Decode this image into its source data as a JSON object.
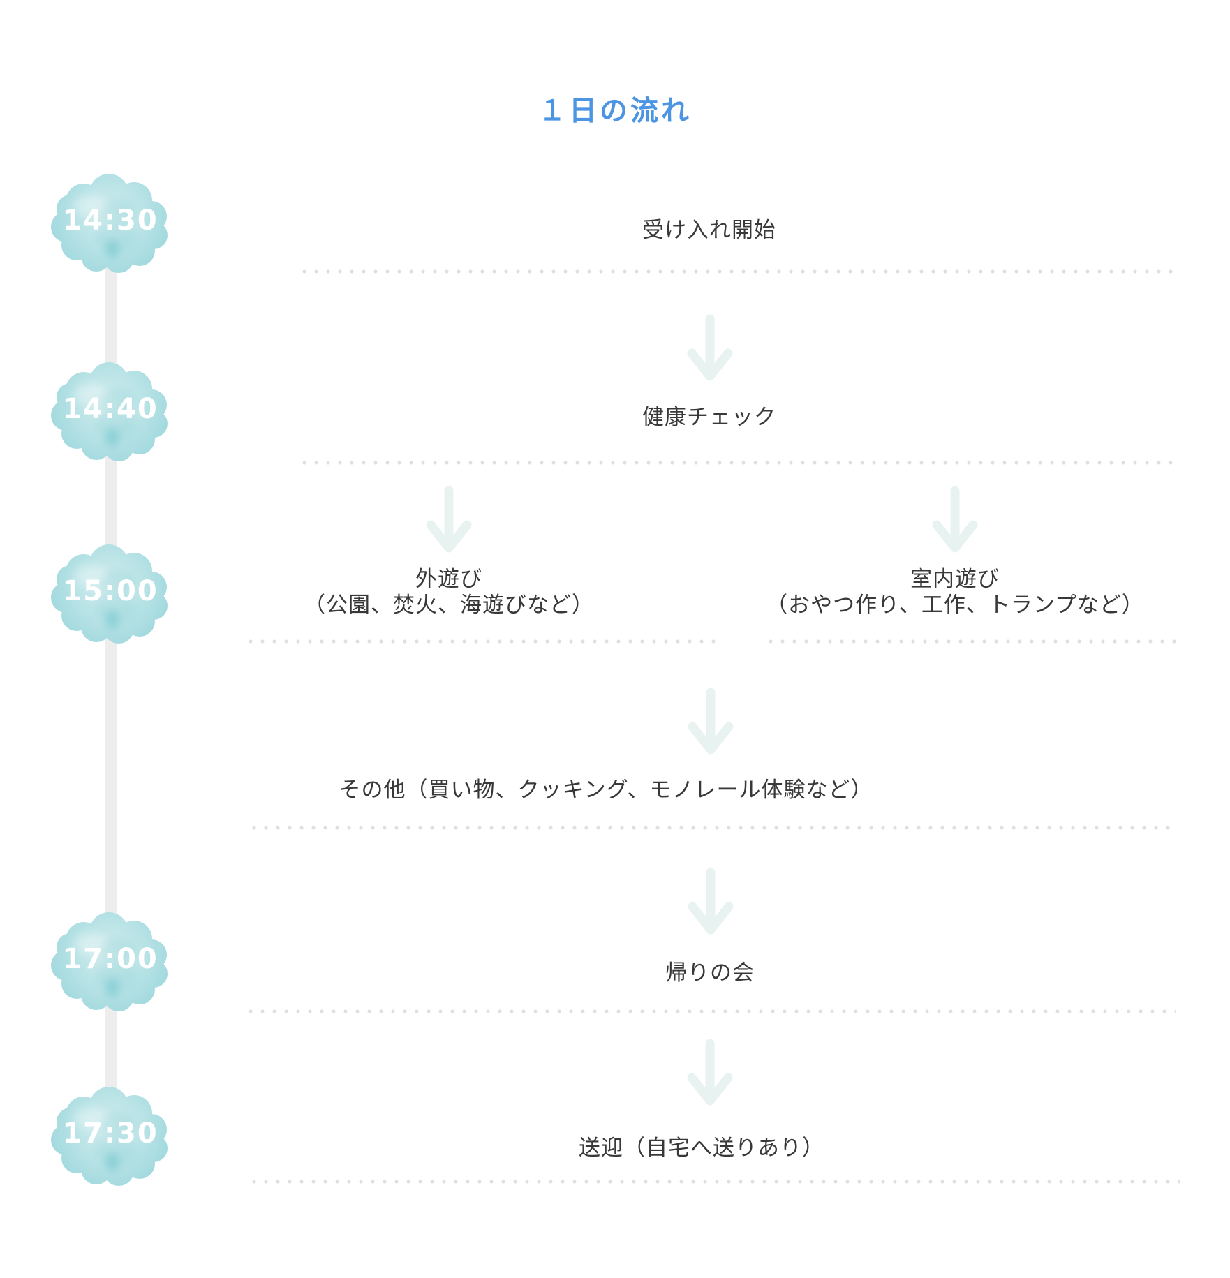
{
  "title": "１日の流れ",
  "timeline": {
    "times": [
      "14:30",
      "14:40",
      "15:00",
      "17:00",
      "17:30"
    ]
  },
  "flow": {
    "reception": "受け入れ開始",
    "health_check": "健康チェック",
    "outdoor_title": "外遊び",
    "outdoor_detail": "（公園、焚火、海遊びなど）",
    "indoor_title": "室内遊び",
    "indoor_detail": "（おやつ作り、工作、トランプなど）",
    "other": "その他（買い物、クッキング、モノレール体験など）",
    "closing": "帰りの会",
    "pickup": "送迎（自宅へ送りあり）"
  },
  "colors": {
    "title_blue": "#4b95e2",
    "cloud_teal": "#a9dde1",
    "arrow_mint": "#e8f3f1",
    "dot_gray": "#dfdfdf",
    "rail_gray": "#ededed",
    "text_dark": "#383838"
  }
}
